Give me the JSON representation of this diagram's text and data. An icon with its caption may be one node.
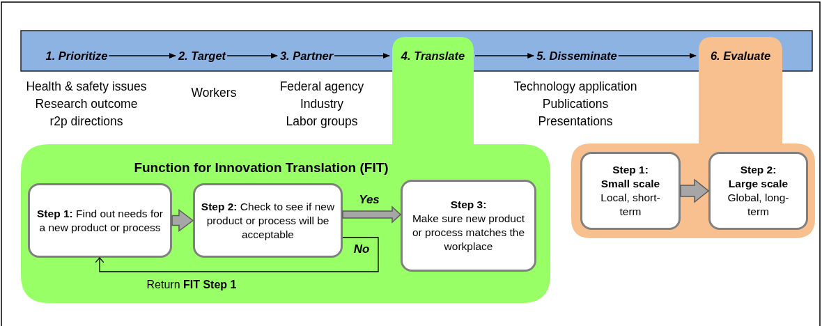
{
  "diagram": {
    "nodes": [
      {
        "text": [
          "1. Prioritize"
        ],
        "beside": [
          "Health & safety issues",
          "Research outcome",
          "r2p directions"
        ]
      },
      {
        "text": [
          "2. Target"
        ],
        "beside": [
          "Workers"
        ]
      },
      {
        "text": [
          "3. Partner"
        ],
        "beside": [
          "Federal agency",
          "Industry",
          "Labor groups"
        ]
      },
      {
        "text": [
          "4. Translate",
          "Function for Innovation Translation (FIT)"
        ]
      },
      {
        "text": [
          "5. Disseminate"
        ],
        "beside": [
          "Technology application",
          "Publications",
          "Presentations"
        ]
      },
      {
        "text": [
          "6. Evaluate"
        ]
      },
      {
        "text": [
          "**Step 1:** Find out needs for a new product or process"
        ],
        "in": 3
      },
      {
        "text": [
          "**Step 2:** Check to see if new product or process will be acceptable"
        ],
        "in": 3
      },
      {
        "text": [
          "Step 3:",
          "Make sure new product or process matches the workplace"
        ],
        "in": 3
      },
      {
        "text": [
          "Step 1:",
          "Small scale",
          "Local, short-term"
        ],
        "in": 5
      },
      {
        "text": [
          "Step 2:",
          "Large scale",
          "Global, long-term"
        ],
        "in": 5
      }
    ],
    "edges": [
      {
        "from": 0,
        "to": 1,
        "arrow": "to"
      },
      {
        "from": 1,
        "to": 2,
        "arrow": "to"
      },
      {
        "from": 2,
        "to": 3,
        "arrow": "to"
      },
      {
        "from": 3,
        "to": 4,
        "arrow": "to"
      },
      {
        "from": 4,
        "to": 5,
        "arrow": "to"
      },
      {
        "from": 6,
        "to": 7,
        "arrow": "to",
        "style": "thick"
      },
      {
        "from": 7,
        "to": 8,
        "arrow": "to",
        "label": "Yes",
        "style": "thick"
      },
      {
        "from": 7,
        "to": 6,
        "arrow": "to",
        "label": "No"
      },
      {
        "from": 9,
        "to": 10,
        "arrow": "to",
        "style": "thick"
      }
    ],
    "labels": [
      "Return **FIT Step 1**"
    ]
  }
}
